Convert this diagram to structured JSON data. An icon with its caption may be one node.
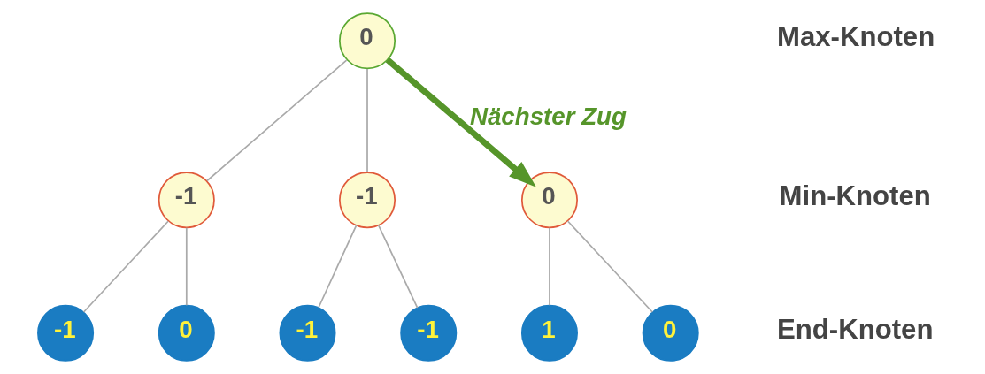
{
  "diagram": {
    "nodes": [
      {
        "text": [
          "0"
        ]
      },
      {
        "text": [
          "-1"
        ]
      },
      {
        "text": [
          "-1"
        ]
      },
      {
        "text": [
          "0"
        ]
      },
      {
        "text": [
          "-1"
        ]
      },
      {
        "text": [
          "0"
        ]
      },
      {
        "text": [
          "-1"
        ]
      },
      {
        "text": [
          "-1"
        ]
      },
      {
        "text": [
          "1"
        ]
      },
      {
        "text": [
          "0"
        ]
      }
    ],
    "edges": [
      {
        "from": 0,
        "to": 1,
        "arrow": "none"
      },
      {
        "from": 0,
        "to": 2,
        "arrow": "none"
      },
      {
        "from": 0,
        "to": 3,
        "arrow": "to",
        "label": "Nächster Zug",
        "style": "thick",
        "color": "#56952a"
      },
      {
        "from": 1,
        "to": 4,
        "arrow": "none"
      },
      {
        "from": 1,
        "to": 5,
        "arrow": "none"
      },
      {
        "from": 2,
        "to": 6,
        "arrow": "none"
      },
      {
        "from": 2,
        "to": 7,
        "arrow": "none"
      },
      {
        "from": 3,
        "to": 8,
        "arrow": "none"
      },
      {
        "from": 3,
        "to": 9,
        "arrow": "none"
      }
    ],
    "labels": [
      "Max-Knoten",
      "Min-Knoten",
      "End-Knoten"
    ]
  }
}
